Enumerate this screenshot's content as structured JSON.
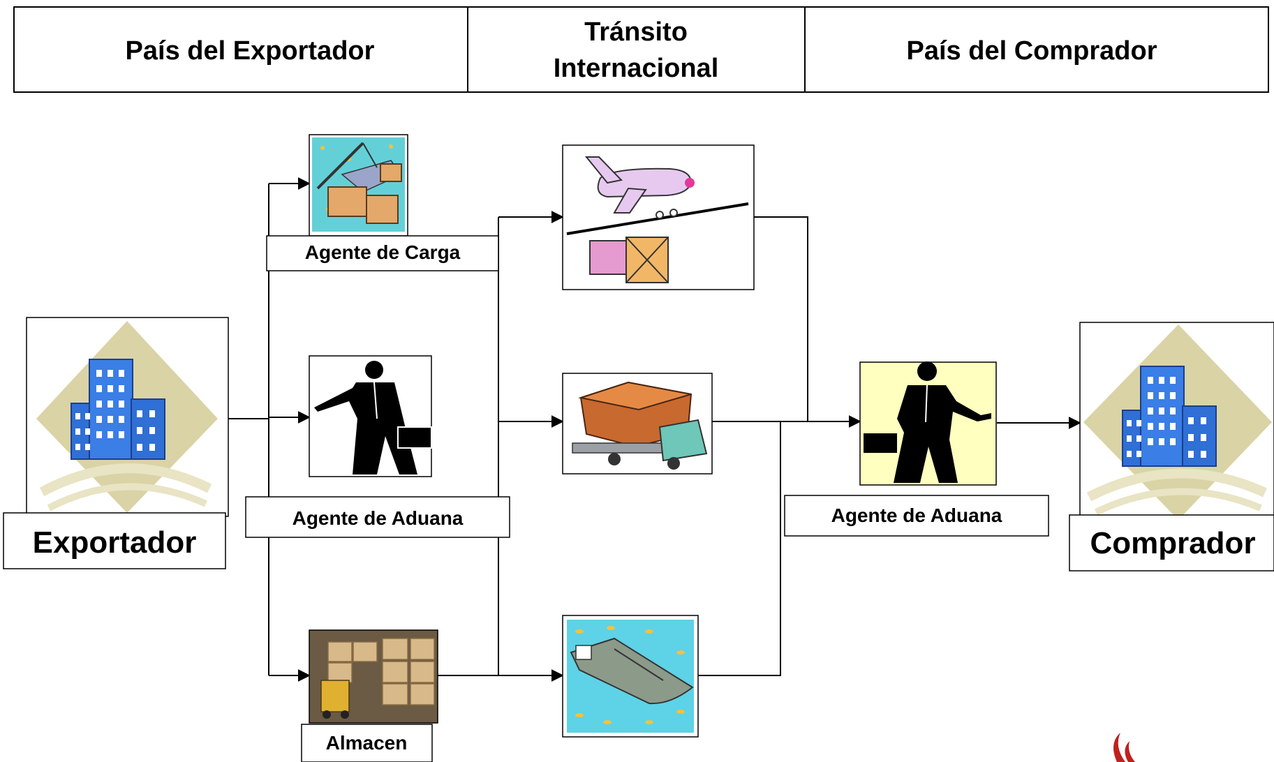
{
  "header": {
    "exporter_country": "País del Exportador",
    "transit_line1": "Tránsito",
    "transit_line2": "Internacional",
    "buyer_country": "País del Comprador"
  },
  "nodes": {
    "exporter": "Exportador",
    "cargo_agent": "Agente de Carga",
    "customs_agent_origin": "Agente de Aduana",
    "warehouse": "Almacen",
    "customs_agent_destination": "Agente de Aduana",
    "buyer": "Comprador"
  },
  "icons": {
    "exporter": "office-building-icon",
    "cargo_agent": "port-crane-cargo-icon",
    "customs_agent_origin": "businessman-icon",
    "warehouse": "warehouse-forklift-icon",
    "air_transport": "airplane-cargo-icon",
    "road_transport": "delivery-truck-icon",
    "sea_transport": "cargo-ship-icon",
    "customs_agent_destination": "businessman-icon",
    "buyer": "office-building-icon",
    "corner_logo": "flame-logo-icon"
  },
  "colors": {
    "line": "#000000",
    "building_blue": "#2f6fd6",
    "diamond_beige": "#d9d3a6",
    "agent_highlight": "#ffffc0"
  }
}
